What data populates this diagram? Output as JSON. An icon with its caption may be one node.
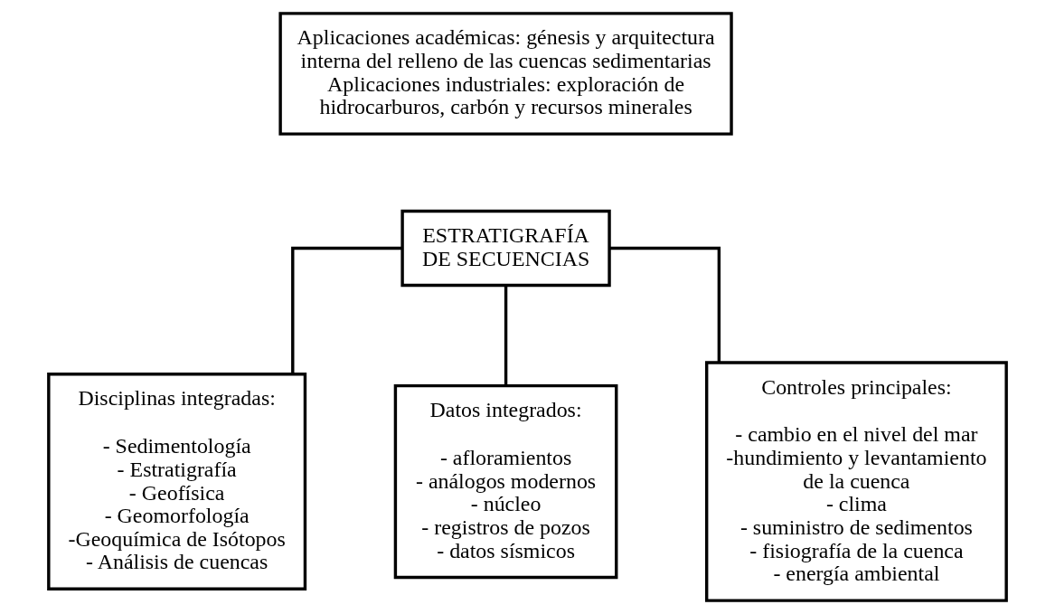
{
  "diagram": {
    "nodes": [
      {
        "text": [
          "Aplicaciones académicas: génesis y arquitectura interna del relleno de las cuencas sedimentarias",
          "Aplicaciones industriales: exploración de hidrocarburos, carbón y recursos minerales"
        ]
      },
      {
        "text": [
          "ESTRATIGRAFÍA DE SECUENCIAS"
        ]
      },
      {
        "text": [
          "Disciplinas integradas:",
          "- Sedimentología",
          "- Estratigrafía",
          "- Geofísica",
          "- Geomorfología",
          "-Geoquímica de Isótopos",
          "- Análisis de cuencas"
        ]
      },
      {
        "text": [
          "Datos integrados:",
          "- afloramientos",
          "- análogos modernos",
          "- núcleo",
          "- registros de pozos",
          "- datos sísmicos"
        ]
      },
      {
        "text": [
          "Controles principales:",
          "- cambio en el nivel del mar",
          "-hundimiento y levantamiento de la cuenca",
          "- clima",
          "- suministro de sedimentos",
          "- fisiografía de la cuenca",
          "- energía ambiental"
        ]
      }
    ],
    "edges": [
      {
        "from": 1,
        "to": 2,
        "arrow": "none"
      },
      {
        "from": 1,
        "to": 3,
        "arrow": "none"
      },
      {
        "from": 1,
        "to": 4,
        "arrow": "none"
      }
    ]
  }
}
